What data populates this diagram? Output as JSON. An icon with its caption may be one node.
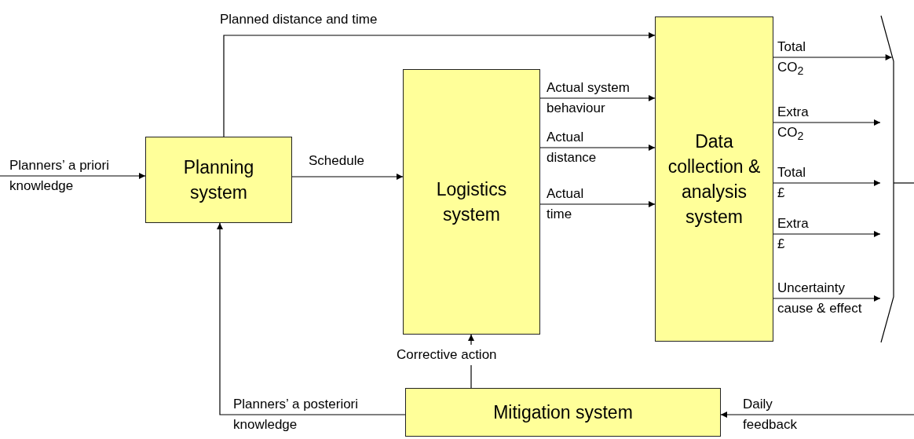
{
  "diagram": {
    "nodes": [
      {
        "text": [
          "Planning system"
        ]
      },
      {
        "text": [
          "Logistics system"
        ]
      },
      {
        "text": [
          "Data collection & analysis system"
        ]
      },
      {
        "text": [
          "Mitigation system"
        ]
      },
      {
        "text": [],
        "shape": "bracket"
      }
    ],
    "edges": [
      {
        "from": null,
        "to": 0,
        "arrow": "to",
        "label": "Planners’ a priori knowledge"
      },
      {
        "from": 0,
        "to": 2,
        "arrow": "to",
        "label": "Planned distance and time"
      },
      {
        "from": 0,
        "to": 1,
        "arrow": "to",
        "label": "Schedule"
      },
      {
        "from": 1,
        "to": 2,
        "arrow": "to",
        "label": "Actual system behaviour"
      },
      {
        "from": 1,
        "to": 2,
        "arrow": "to",
        "label": "Actual distance"
      },
      {
        "from": 1,
        "to": 2,
        "arrow": "to",
        "label": "Actual time"
      },
      {
        "from": 2,
        "to": 4,
        "arrow": "to",
        "label": "Total CO$_{2}$"
      },
      {
        "from": 2,
        "to": 4,
        "arrow": "to",
        "label": "Extra CO$_{2}$"
      },
      {
        "from": 2,
        "to": 4,
        "arrow": "to",
        "label": "Total £"
      },
      {
        "from": 2,
        "to": 4,
        "arrow": "to",
        "label": "Extra £"
      },
      {
        "from": 2,
        "to": 4,
        "arrow": "to",
        "label": "Uncertainty cause & effect"
      },
      {
        "from": 3,
        "to": 1,
        "arrow": "to",
        "label": "Corrective action"
      },
      {
        "from": 3,
        "to": 0,
        "arrow": "to",
        "label": "Planners’ a posteriori knowledge"
      },
      {
        "from": null,
        "to": 3,
        "arrow": "to",
        "label": "Daily feedback"
      },
      {
        "from": 4,
        "to": null,
        "arrow": "none"
      }
    ]
  }
}
